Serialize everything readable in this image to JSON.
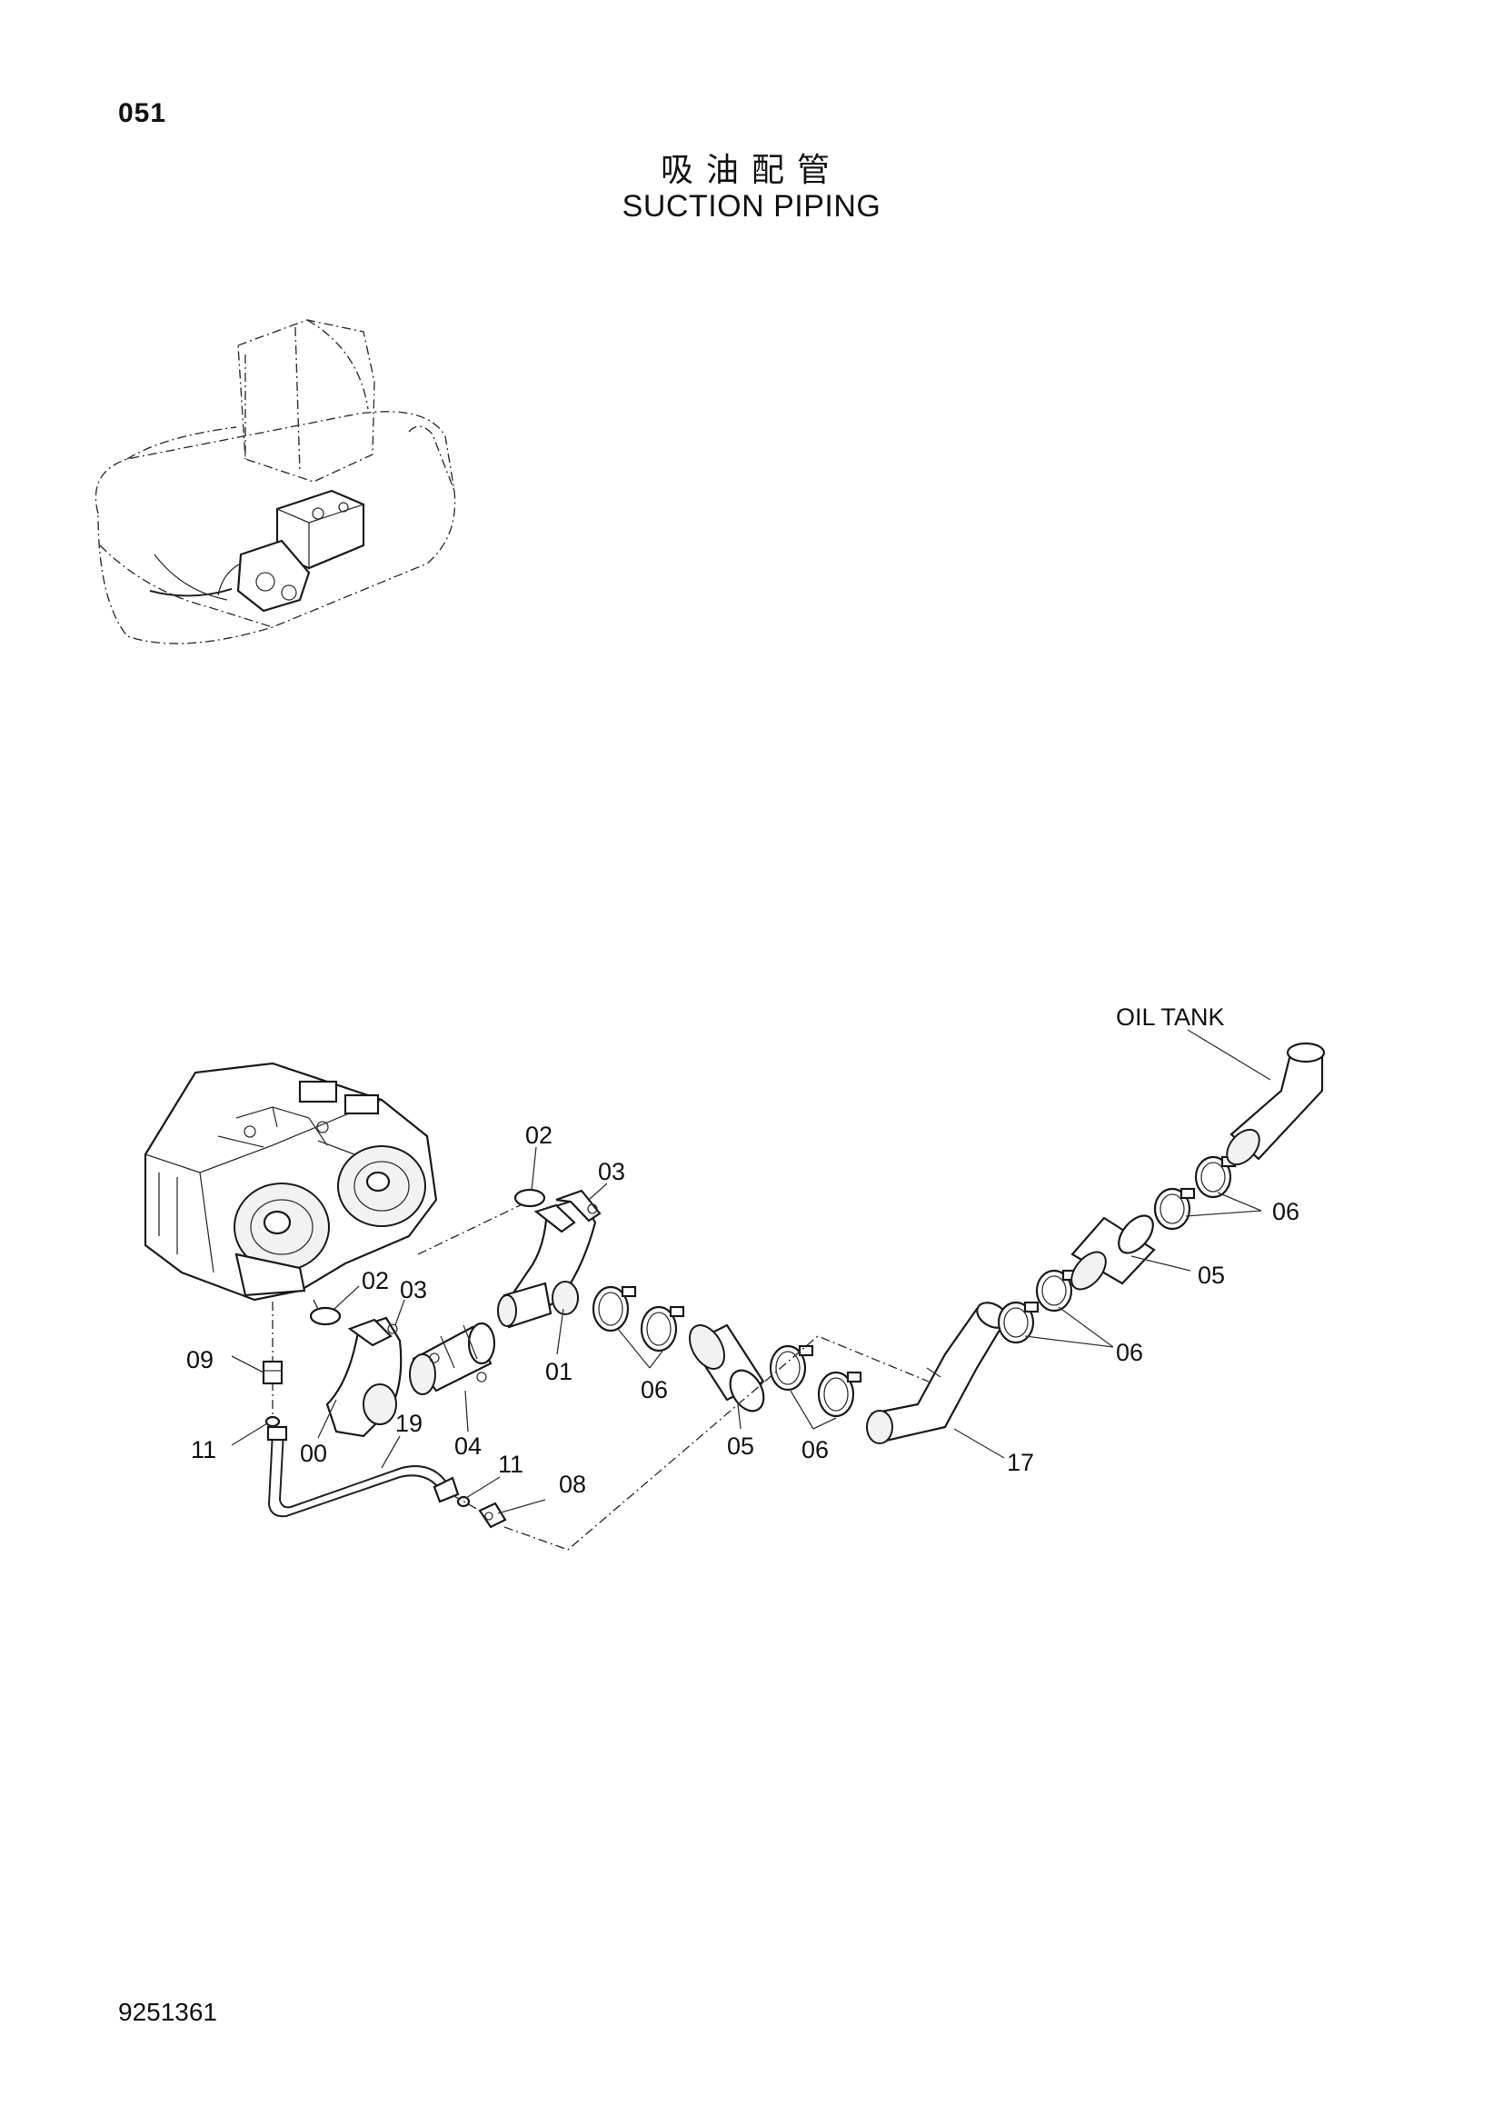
{
  "header": {
    "page_number": "051",
    "title_cn": "吸油配管",
    "title_en": "SUCTION PIPING"
  },
  "footer": {
    "doc_id": "9251361"
  },
  "callouts": {
    "oil_tank": "OIL TANK",
    "p02_top": "02",
    "p03_top": "03",
    "p06_right_top": "06",
    "p05_right": "05",
    "p02_mid": "02",
    "p03_mid": "03",
    "p06_right_mid": "06",
    "p09": "09",
    "p01": "01",
    "p06_mid": "06",
    "p05_mid": "05",
    "p06_low": "06",
    "p17": "17",
    "p11_left": "11",
    "p00": "00",
    "p19": "19",
    "p04": "04",
    "p11_mid": "11",
    "p08": "08"
  }
}
